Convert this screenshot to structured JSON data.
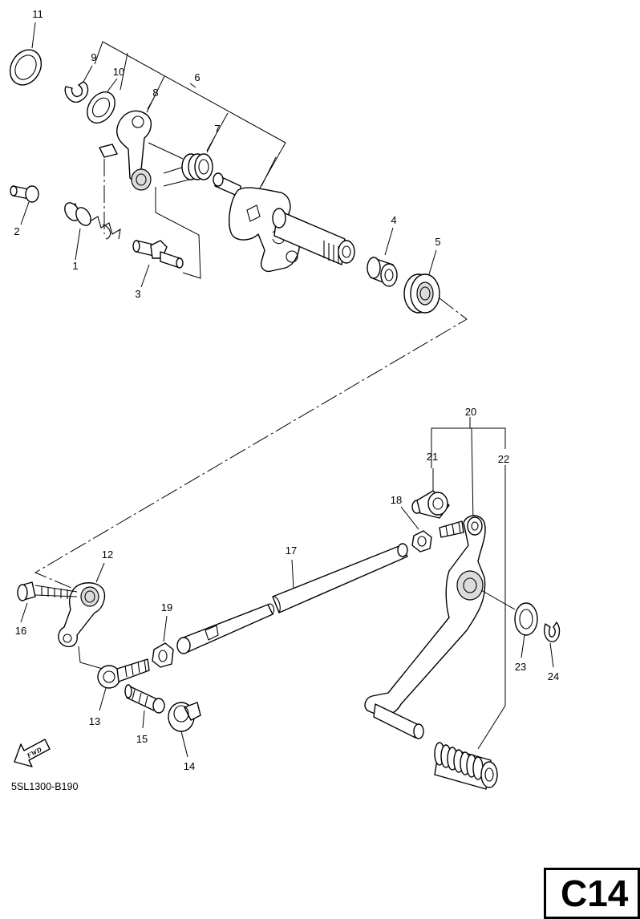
{
  "diagram": {
    "part_numbers": [
      "1",
      "2",
      "3",
      "4",
      "5",
      "6",
      "7",
      "8",
      "9",
      "10",
      "11",
      "12",
      "13",
      "14",
      "15",
      "16",
      "17",
      "18",
      "19",
      "20",
      "21",
      "22",
      "23",
      "24"
    ],
    "forward_marker": "FWD",
    "drawing_code": "5SL1300-B190",
    "page_label": "C14"
  }
}
